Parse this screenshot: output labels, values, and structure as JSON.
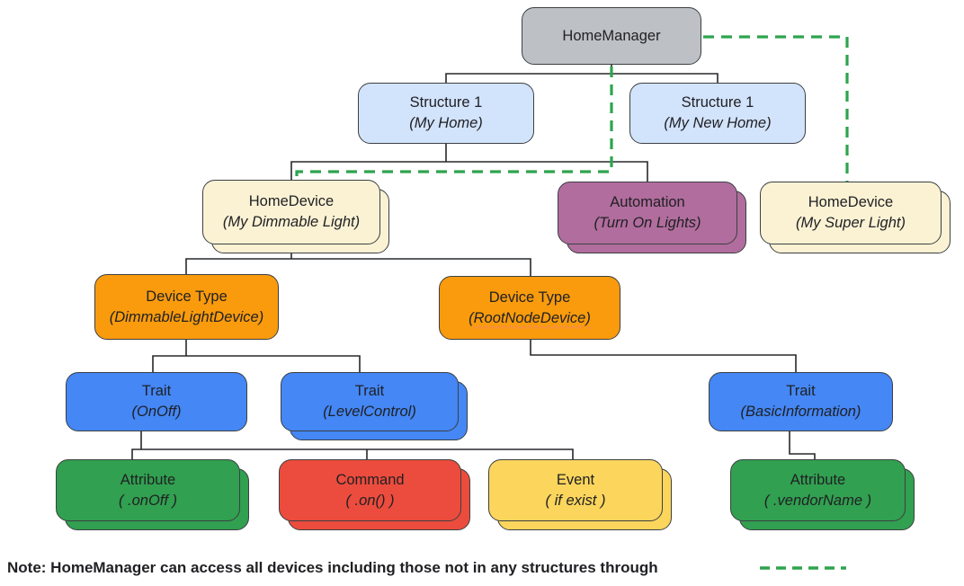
{
  "colors": {
    "box_border": "#3c4043",
    "connector_black": "#26282b",
    "dashed_link_green": "#2ea44e",
    "gray": "#bdc1c6",
    "light_blue": "#d2e3fc",
    "cream": "#fbf2d4",
    "mauve": "#b16d9d",
    "orange": "#f99b0d",
    "blue": "#4487f5",
    "green": "#31a050",
    "red": "#ec4c3d",
    "yellow": "#fbd55c"
  },
  "nodes": {
    "homemanager": {
      "title": "HomeManager",
      "subtitle": ""
    },
    "structure1": {
      "title": "Structure 1",
      "subtitle": "(My Home)"
    },
    "structure2": {
      "title": "Structure 1",
      "subtitle": "(My New Home)"
    },
    "homedevice1": {
      "title": "HomeDevice",
      "subtitle": "(My Dimmable Light)"
    },
    "automation": {
      "title": "Automation",
      "subtitle": "(Turn On Lights)"
    },
    "homedevice2": {
      "title": "HomeDevice",
      "subtitle": "(My Super Light)"
    },
    "devicetype1": {
      "title": "Device Type",
      "subtitle": "(DimmableLightDevice)"
    },
    "devicetype2": {
      "title": "Device Type",
      "subtitle": "(RootNodeDevice)"
    },
    "trait_onoff": {
      "title": "Trait",
      "subtitle": "(OnOff)"
    },
    "trait_levelcontrol": {
      "title": "Trait",
      "subtitle": "(LevelControl)"
    },
    "trait_basicinfo": {
      "title": "Trait",
      "subtitle": "(BasicInformation)"
    },
    "attr_onoff": {
      "title": "Attribute",
      "subtitle": "( .onOff )"
    },
    "command_on": {
      "title": "Command",
      "subtitle": "( .on() )"
    },
    "event_ifexist": {
      "title": "Event",
      "subtitle": "( if exist )"
    },
    "attr_vendorname": {
      "title": "Attribute",
      "subtitle": "( .vendorName )"
    }
  },
  "note": {
    "text": "Note: HomeManager can access all devices including those not in any structures through"
  }
}
